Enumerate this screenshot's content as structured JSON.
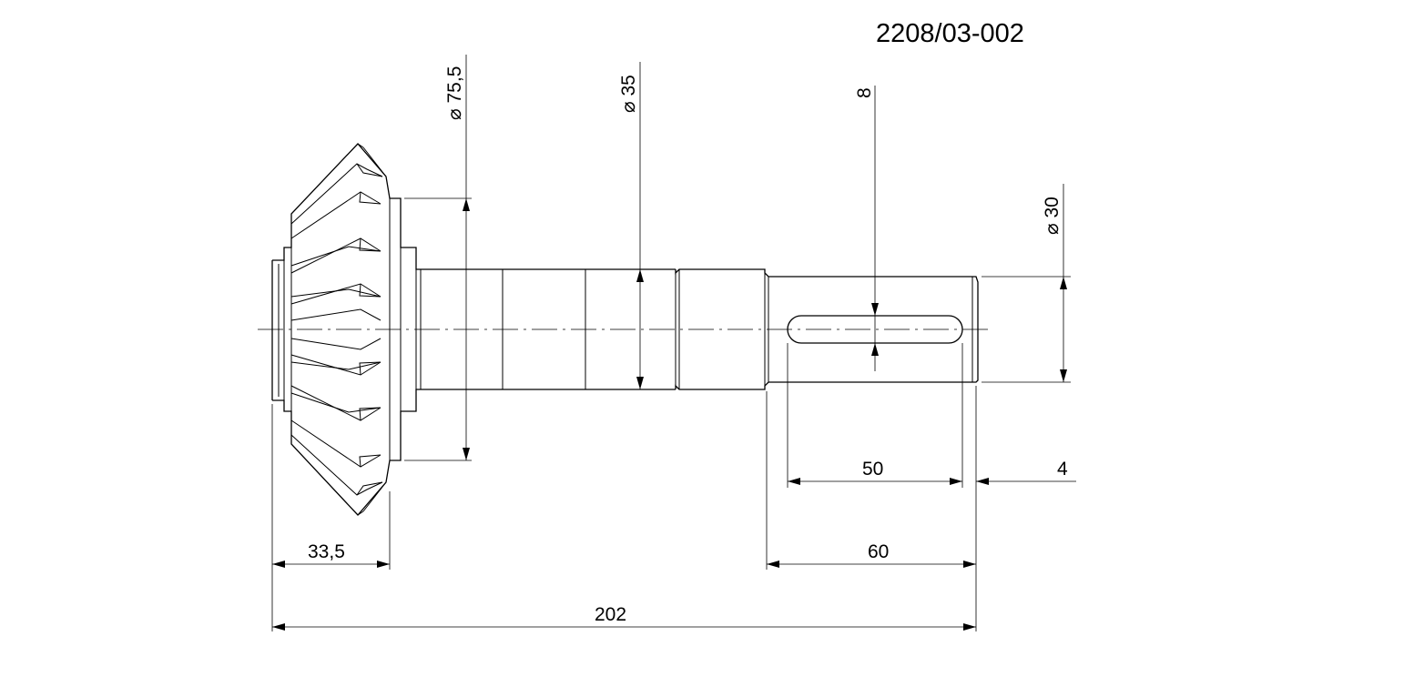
{
  "drawing": {
    "part_number": "2208/03-002",
    "dimensions": {
      "dia_gear": "75,5",
      "dia_shaft": "35",
      "dia_end": "30",
      "keyway_width": "8",
      "keyway_length": "50",
      "end_offset": "4",
      "end_length": "60",
      "gear_length": "33,5",
      "total_length": "202"
    },
    "diameter_symbol": "⌀"
  }
}
